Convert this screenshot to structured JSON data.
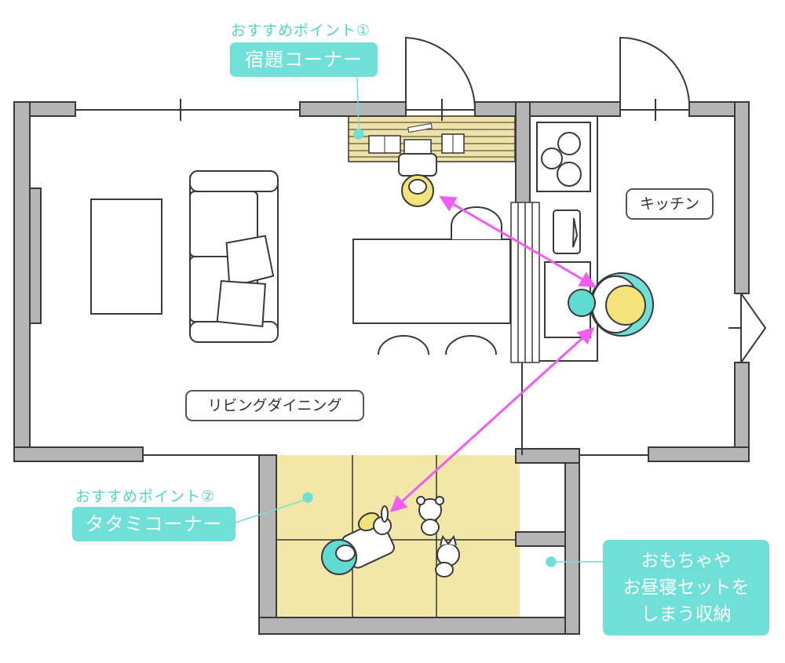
{
  "callouts": {
    "point1": {
      "sub": "おすすめポイント①",
      "title": "宿題コーナー"
    },
    "point2": {
      "sub": "おすすめポイント②",
      "title": "タタミコーナー"
    },
    "storage": {
      "lines": [
        "おもちゃや",
        "お昼寝セットを",
        "しまう収納"
      ]
    }
  },
  "rooms": {
    "kitchen": "キッチン",
    "living": "リビングダイニング"
  },
  "colors": {
    "wall": "#b5b5b5",
    "wall_outline": "#3a3a3a",
    "tatami": "#f3e7a8",
    "desk": "#efe2a6",
    "accent_cyan": "#6fe0d8",
    "sightline": "#f25cf2",
    "hair_yellow": "#f2e27a",
    "hair_cyan": "#5fdbd3"
  }
}
